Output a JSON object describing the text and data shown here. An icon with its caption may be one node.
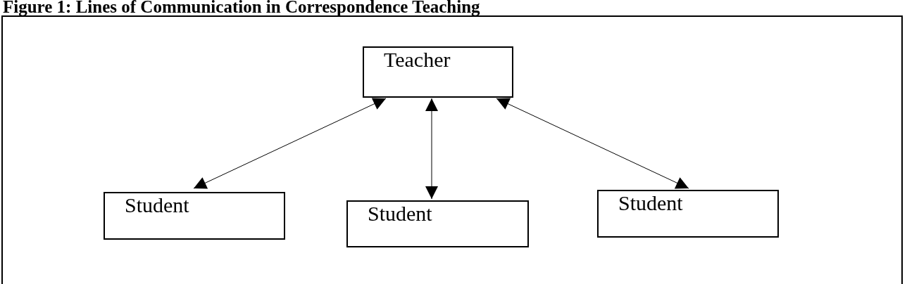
{
  "diagram": {
    "title": "Figure 1: Lines of Communication in Correspondence Teaching",
    "nodes": [
      {
        "text": [
          "Teacher"
        ]
      },
      {
        "text": [
          "Student"
        ]
      },
      {
        "text": [
          "Student"
        ]
      },
      {
        "text": [
          "Student"
        ]
      }
    ],
    "edges": [
      {
        "from": 0,
        "to": 1,
        "arrow": "both"
      },
      {
        "from": 0,
        "to": 2,
        "arrow": "both"
      },
      {
        "from": 0,
        "to": 3,
        "arrow": "both"
      }
    ]
  }
}
